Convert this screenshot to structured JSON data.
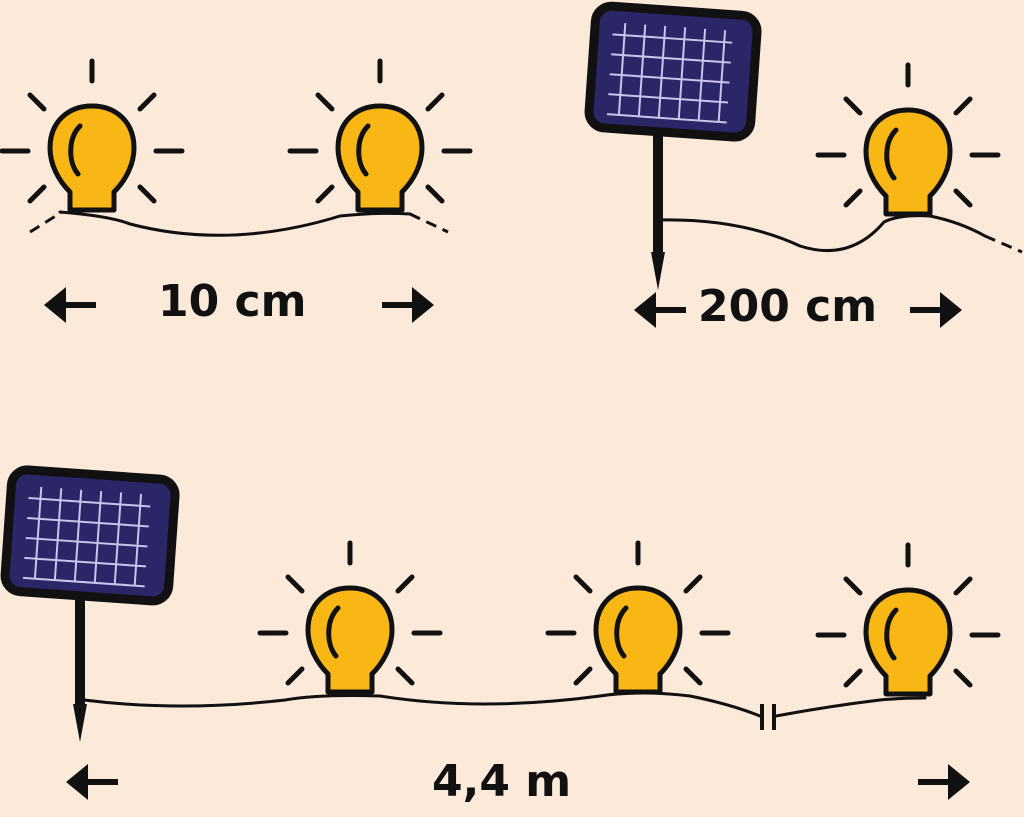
{
  "colors": {
    "background": "#fbe9da",
    "bulb": "#f8b714",
    "outline": "#111111",
    "panel": "#2a2668",
    "panel_grid": "#c8c4ea"
  },
  "icons": {
    "bulb": "light-bulb-icon",
    "panel": "solar-panel-icon",
    "arrow_left": "arrow-left-icon",
    "arrow_right": "arrow-right-icon",
    "connector": "cable-connector-icon"
  },
  "diagram": {
    "spacing_between_bulbs": {
      "label": "10 cm"
    },
    "panel_to_first_bulb": {
      "label": "200 cm"
    },
    "total_length": {
      "label": "4,4 m"
    }
  }
}
